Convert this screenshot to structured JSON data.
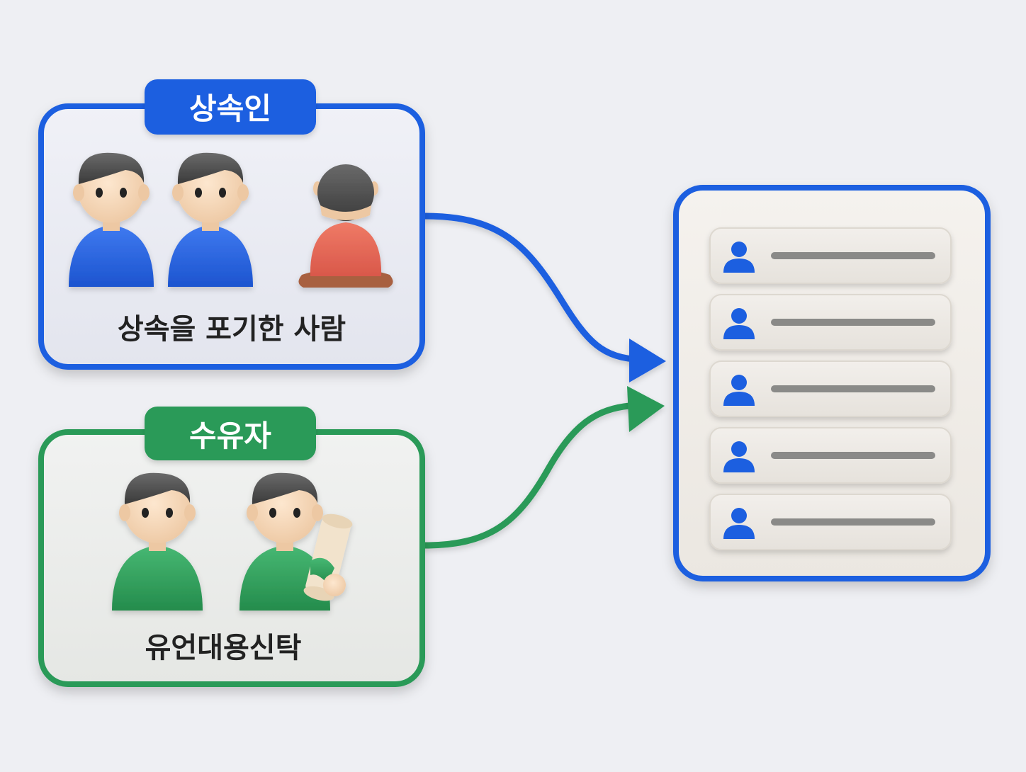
{
  "heirs_group": {
    "title": "상속인",
    "caption": "상속을 포기한 사람",
    "accent_color": "#1e5fe0",
    "people": [
      {
        "role": "heir",
        "icon": "person-blue-icon"
      },
      {
        "role": "heir",
        "icon": "person-blue-icon"
      },
      {
        "role": "renouncer",
        "icon": "person-back-seated-icon"
      }
    ]
  },
  "legatee_group": {
    "title": "수유자",
    "caption": "유언대용신탁",
    "accent_color": "#2a9a58",
    "people": [
      {
        "role": "legatee",
        "icon": "person-green-icon"
      },
      {
        "role": "legatee-with-will",
        "icon": "person-green-scroll-icon"
      }
    ]
  },
  "target_list": {
    "accent_color": "#1e5fe0",
    "rows": [
      {
        "icon": "user-icon"
      },
      {
        "icon": "user-icon"
      },
      {
        "icon": "user-icon"
      },
      {
        "icon": "user-icon"
      },
      {
        "icon": "user-icon"
      }
    ]
  },
  "arrows": [
    {
      "from": "heirs_group",
      "to": "target_list",
      "color": "#1e5fe0"
    },
    {
      "from": "legatee_group",
      "to": "target_list",
      "color": "#2a9a58"
    }
  ]
}
